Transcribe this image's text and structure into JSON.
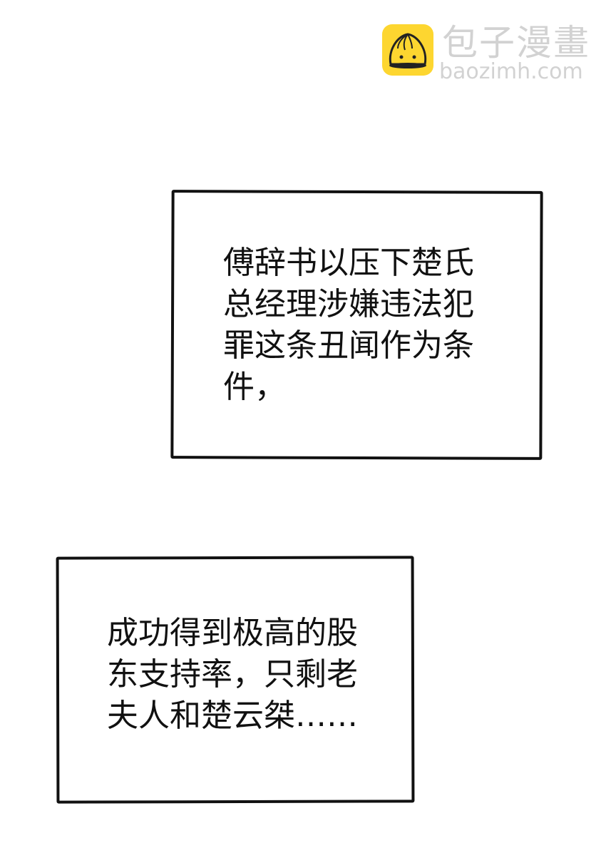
{
  "watermark": {
    "brand": "包子漫畫",
    "url": "baozimh.com",
    "color": "#fdd630",
    "icon": "steamed-bun-icon"
  },
  "captions": [
    {
      "lines": [
        "傅辞书以压下楚氏",
        "总经理涉嫌违法犯",
        "罪这条丑闻作为条",
        "件，"
      ]
    },
    {
      "lines": [
        "成功得到极高的股",
        "东支持率，只剩老",
        "夫人和楚云桀……"
      ]
    }
  ]
}
